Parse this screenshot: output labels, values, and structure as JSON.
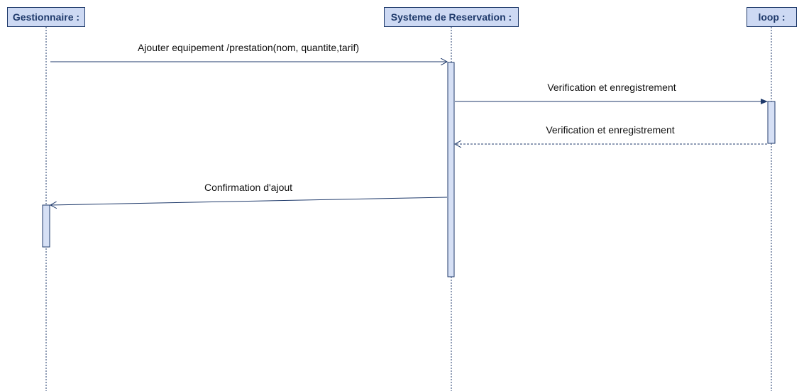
{
  "lifelines": {
    "gestionnaire": "Gestionnaire :",
    "systeme": "Systeme de Reservation :",
    "loop": "loop :"
  },
  "messages": [
    {
      "from": "gestionnaire",
      "to": "systeme",
      "kind": "synchronous",
      "label": "Ajouter equipement /prestation(nom, quantite,tarif)"
    },
    {
      "from": "systeme",
      "to": "loop",
      "kind": "synchronous",
      "label": "Verification et enregistrement"
    },
    {
      "from": "loop",
      "to": "systeme",
      "kind": "return",
      "label": "Verification et enregistrement"
    },
    {
      "from": "systeme",
      "to": "gestionnaire",
      "kind": "asynchronous",
      "label": "Confirmation d'ajout"
    }
  ],
  "colors": {
    "header_fill": "#cdd9f3",
    "line": "#1f3a6b",
    "activation_fill": "#d6e0f5"
  }
}
